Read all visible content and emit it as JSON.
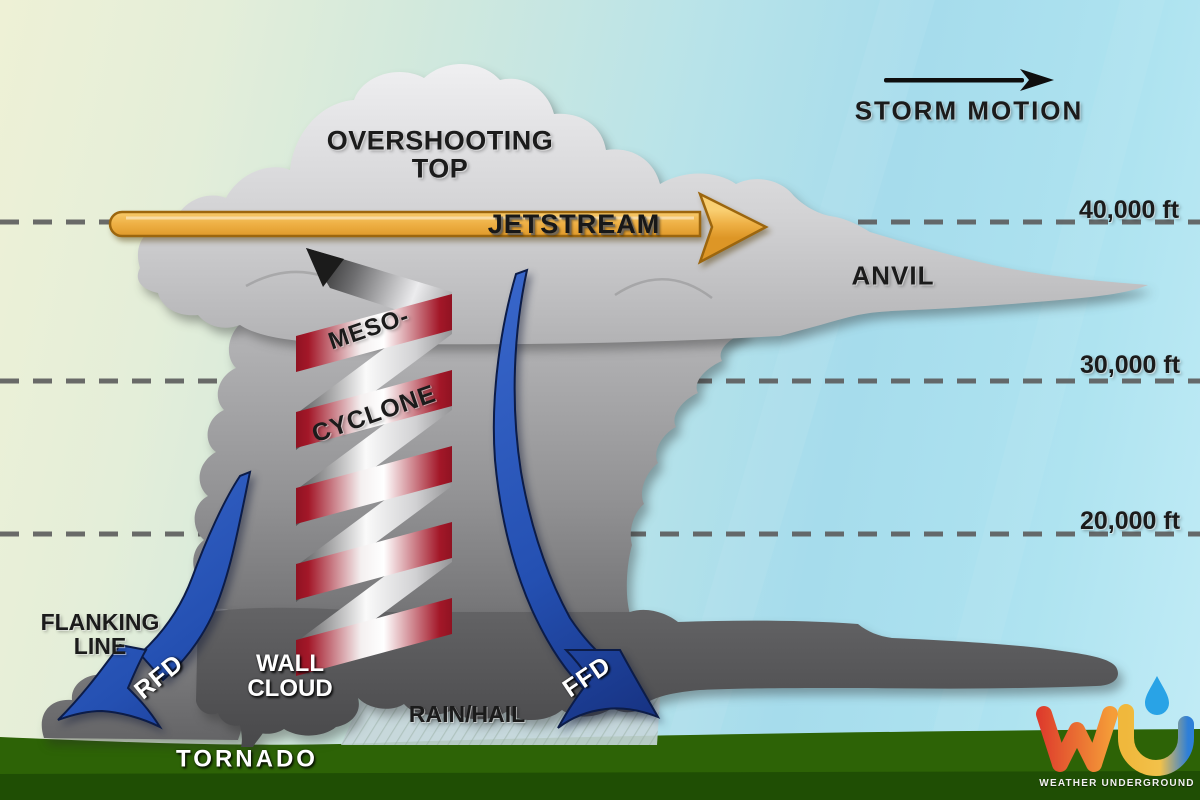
{
  "labels": {
    "storm_motion": "STORM MOTION",
    "overshooting_1": "OVERSHOOTING",
    "overshooting_2": "TOP",
    "jetstream": "JETSTREAM",
    "anvil": "ANVIL",
    "mesocyclone_1": "MESO-",
    "mesocyclone_2": "CYCLONE",
    "flanking_1": "FLANKING",
    "flanking_2": "LINE",
    "rfd": "RFD",
    "ffd": "FFD",
    "wall_cloud_1": "WALL",
    "wall_cloud_2": "CLOUD",
    "rain_hail": "RAIN/HAIL",
    "tornado": "TORNADO"
  },
  "altitudes": {
    "a40": "40,000 ft",
    "a30": "30,000 ft",
    "a20": "20,000 ft"
  },
  "branding": {
    "name": "WEATHER UNDERGROUND"
  },
  "colors": {
    "sky_left": "#eef1d6",
    "sky_right": "#a8dded",
    "cloud_light": "#d6d6d8",
    "cloud_mid": "#9a9a9c",
    "cloud_dark": "#58585a",
    "ground_green": "#2d6306",
    "jetstream_yellow": "#edac3e",
    "flow_arrow_blue": "#2a52b8",
    "mesocyclone_red": "#9e1322",
    "logo_red": "#e4452f",
    "logo_yellow": "#f2b23c",
    "logo_blue": "#2e7fd8"
  }
}
